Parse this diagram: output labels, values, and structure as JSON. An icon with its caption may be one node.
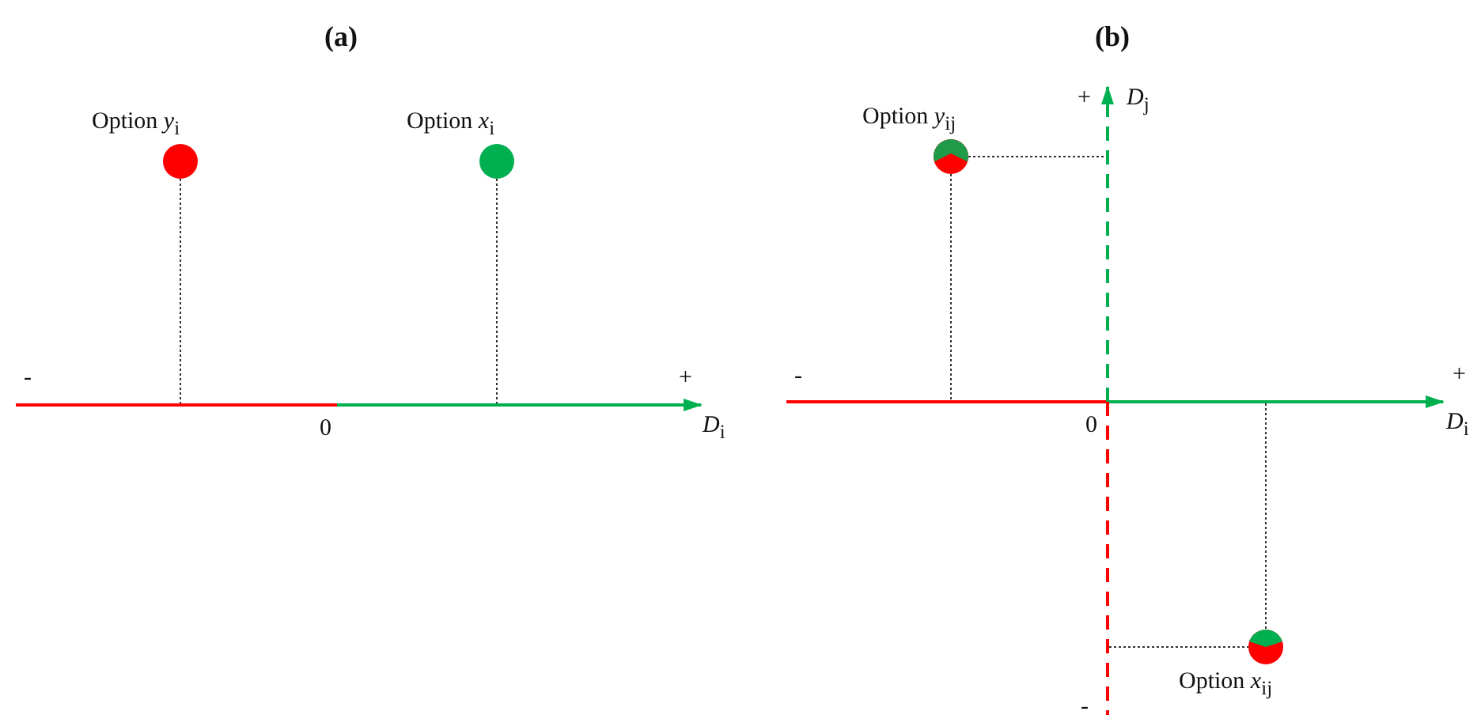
{
  "diagram": {
    "nodes": [
      {
        "text": [
          "Option *y*$_{i}$"
        ]
      },
      {
        "text": [
          "Option *x*$_{i}$"
        ]
      },
      {
        "text": [
          "Option *y*$_{ij}$"
        ]
      },
      {
        "text": [
          "Option *x*$_{ij}$"
        ]
      }
    ],
    "edges": [],
    "labels": [
      "(a)",
      "-",
      "+",
      "0",
      "*D*$_{i}$",
      "(b)",
      "+",
      "*D*$_{j}$",
      "-",
      "+",
      "0",
      "*D*$_{i}$",
      "-"
    ]
  }
}
